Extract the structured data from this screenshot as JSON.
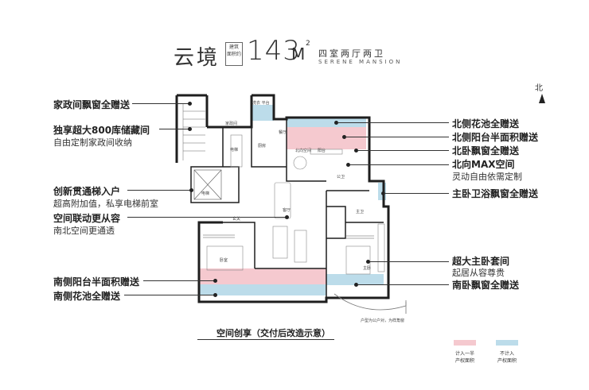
{
  "header": {
    "title": "云境",
    "area_label_line1": "建筑",
    "area_label_line2": "面积约",
    "area_value": "143",
    "area_unit": "M",
    "area_unit_sup": "2",
    "rooms": "四室两厅两卫",
    "english": "SERENE MANSION",
    "north": "北"
  },
  "callouts_left": [
    {
      "title": "家政间飘窗全赠送",
      "sub": ""
    },
    {
      "title": "独享超大800库储藏间",
      "sub": "自由定制家政间收纳"
    },
    {
      "title": "创新贯通梯入户",
      "sub": "超高附加值，私享电梯前室"
    },
    {
      "title": "空间联动更从容",
      "sub": "南北空间更通透"
    },
    {
      "title": "南侧阳台半面积赠送",
      "sub": ""
    },
    {
      "title": "南侧花池全赠送",
      "sub": ""
    }
  ],
  "callouts_right": [
    {
      "title": "北侧花池全赠送",
      "sub": ""
    },
    {
      "title": "北侧阳台半面积赠送",
      "sub": ""
    },
    {
      "title": "北卧飘窗全赠送",
      "sub": ""
    },
    {
      "title": "北向MAX空间",
      "sub": "灵动自由依需定制"
    },
    {
      "title": "主卧卫浴飘窗全赠送",
      "sub": ""
    },
    {
      "title": "超大主卧套间",
      "sub": "起居从容尊贵"
    },
    {
      "title": "南卧飘窗全赠送",
      "sub": ""
    }
  ],
  "plan_labels": {
    "laundry": "洗衣\n平台",
    "housekeeping": "家政间",
    "elevator_hall": "电梯",
    "kitchen": "厨房",
    "dining": "餐厅",
    "living": "客厅",
    "north_room": "北向空间",
    "balcony_n": "阳台",
    "bath_public": "公卫",
    "bath_master": "主卫",
    "bedroom_s": "卧室",
    "bedroom_master": "主卧",
    "elevator": "电梯",
    "entry": "玄关",
    "storage": "储藏",
    "note": "户型为公户对，为样角窗"
  },
  "caption": "空间创享（交付后改造示意）",
  "legend": [
    {
      "text": "计入一半\n产权面积",
      "color": "#f5c9cf"
    },
    {
      "text": "不计入\n产权面积",
      "color": "#bcdcea"
    }
  ],
  "colors": {
    "pink": "#f5c9cf",
    "blue": "#bcdcea",
    "wall": "#1e1e1e"
  }
}
